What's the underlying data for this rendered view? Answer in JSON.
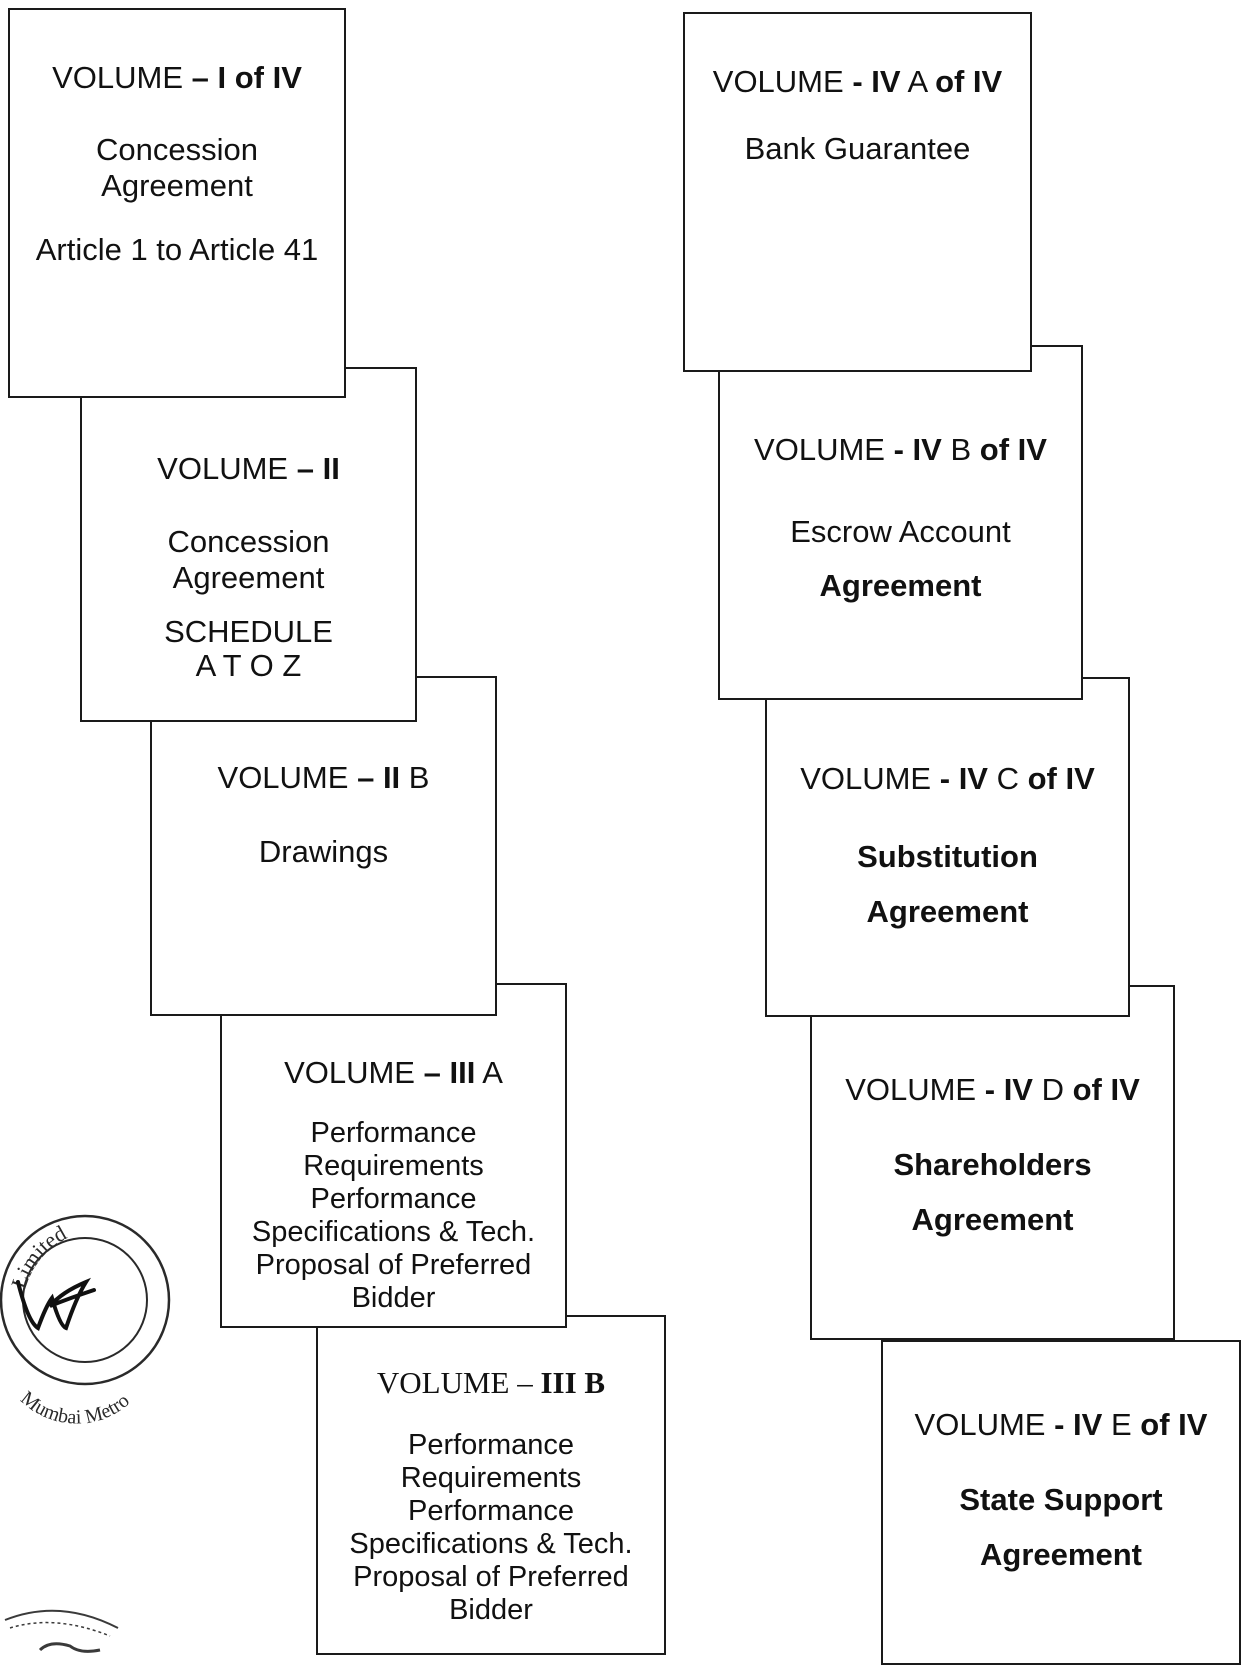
{
  "volumes": {
    "v1": {
      "label": "VOLUME",
      "dash": "–",
      "number": "I of IV",
      "lines": [
        "Concession",
        "Agreement",
        "",
        "Article 1 to Article 41"
      ]
    },
    "v2": {
      "label": "VOLUME",
      "dash": "–",
      "number": "II",
      "lines": [
        "Concession",
        "Agreement",
        "",
        "SCHEDULE",
        "A T O Z"
      ]
    },
    "v2b": {
      "label": "VOLUME",
      "dash": "–",
      "number": "II",
      "suffix": "B",
      "lines": [
        "Drawings"
      ]
    },
    "v3a": {
      "label": "VOLUME",
      "dash": "–",
      "number": "III",
      "suffix": "A",
      "lines": [
        "Performance",
        "Requirements",
        "Performance",
        "Specifications & Tech.",
        "Proposal of Preferred",
        "Bidder"
      ]
    },
    "v3b": {
      "label": "VOLUME",
      "dash": "–",
      "number": "III B",
      "lines": [
        "Performance",
        "Requirements",
        "Performance",
        "Specifications & Tech.",
        "Proposal of Preferred",
        "Bidder"
      ]
    },
    "v4a": {
      "label": "VOLUME",
      "dash": "-",
      "number": "IV",
      "mid": "A",
      "of": "of IV",
      "lines": [
        "Bank Guarantee"
      ]
    },
    "v4b": {
      "label": "VOLUME",
      "dash": "-",
      "number": "IV",
      "mid": "B",
      "of": "of IV",
      "lines": [
        "Escrow Account",
        "Agreement"
      ]
    },
    "v4c": {
      "label": "VOLUME",
      "dash": "-",
      "number": "IV",
      "mid": "C",
      "of": "of IV",
      "lines": [
        "Substitution",
        "Agreement"
      ]
    },
    "v4d": {
      "label": "VOLUME",
      "dash": "-",
      "number": "IV",
      "mid": "D",
      "of": "of IV",
      "lines": [
        "Shareholders",
        "Agreement"
      ]
    },
    "v4e": {
      "label": "VOLUME",
      "dash": "-",
      "number": "IV",
      "mid": "E",
      "of": "of IV",
      "lines": [
        "State Support",
        "Agreement"
      ]
    }
  },
  "seal": {
    "text_top": "Limited",
    "text_bottom": "Mumbai Metro",
    "ink": "#2a2a2a"
  }
}
